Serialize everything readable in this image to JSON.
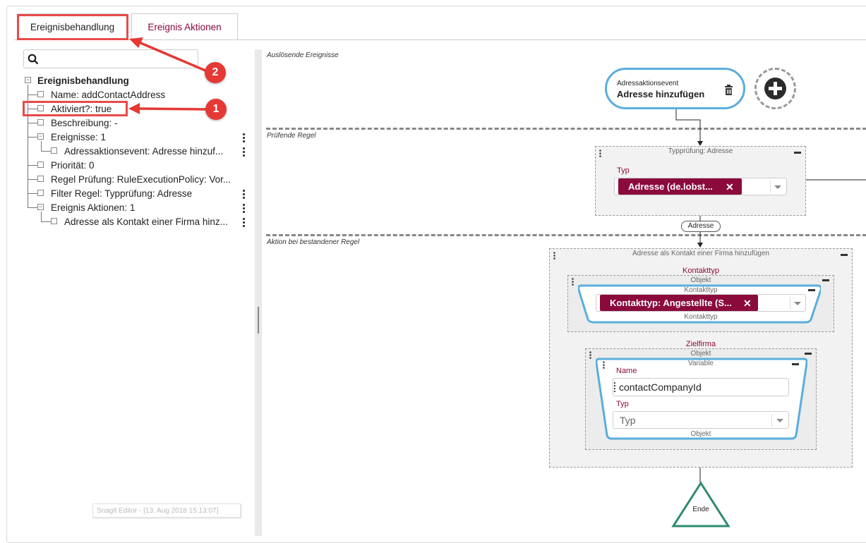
{
  "tabs": [
    {
      "label": "Ereignisbehandlung"
    },
    {
      "label": "Ereignis Aktionen"
    }
  ],
  "annotations": {
    "badge1": "1",
    "badge2": "2"
  },
  "tree": {
    "root": "Ereignisbehandlung",
    "items": [
      {
        "label": "Name: addContactAddress"
      },
      {
        "label": "Aktiviert?: true"
      },
      {
        "label": "Beschreibung: -"
      },
      {
        "label": "Ereignisse: 1"
      },
      {
        "label": "Adressaktionsevent: Adresse hinzuf..."
      },
      {
        "label": "Priorität: 0"
      },
      {
        "label": "Regel Prüfung: RuleExecutionPolicy: Vor..."
      },
      {
        "label": "Filter Regel: Typprüfung: Adresse"
      },
      {
        "label": "Ereignis Aktionen: 1"
      },
      {
        "label": "Adresse als Kontakt einer Firma hinz..."
      }
    ]
  },
  "watermark": "Snagit Editor - [13. Aug 2018 15:13:07]",
  "canvas": {
    "sections": {
      "trigger": "Auslösende Ereignisse",
      "check": "Prüfende Regel",
      "action": "Aktion bei bestandener Regel"
    },
    "event_node": {
      "type": "Adressaktionsevent",
      "name": "Adresse hinzufügen"
    },
    "rule_node": {
      "title": "Typprüfung: Adresse",
      "field_label": "Typ",
      "chip": "Adresse (de.lobst..."
    },
    "edge_label": "Adresse",
    "action_node": {
      "title": "Adresse als Kontakt einer Firma hinzufügen",
      "param1": {
        "label": "Kontakttyp",
        "obj": "Objekt",
        "inner_title": "Kontakttyp",
        "chip": "Kontakttyp: Angestellte (S...",
        "footer": "Kontakttyp"
      },
      "param2": {
        "label": "Zielfirma",
        "obj": "Objekt",
        "inner_title": "Variable",
        "name_label": "Name",
        "name_value": "contactCompanyId",
        "typ_label": "Typ",
        "typ_placeholder": "Typ",
        "footer": "Objekt"
      }
    },
    "end_node": "Ende"
  },
  "colors": {
    "accent": "#8b0a3c",
    "highlight": "#e84a4a",
    "node_border": "#5aaedc",
    "end_border": "#2e8b70"
  }
}
